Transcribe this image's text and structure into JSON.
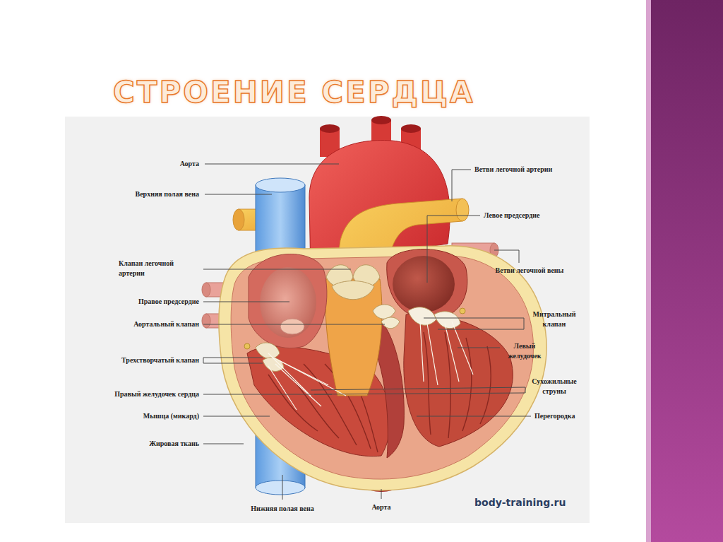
{
  "diagram": {
    "title": "СТРОЕНИЕ СЕРДЦА",
    "labels": [
      "Аорта",
      "Верхняя полая вена",
      "Клапан легочной артерии",
      "Правое предсердие",
      "Аортальный клапан",
      "Трехстворчатый клапан",
      "Правый желудочек сердца",
      "Мышца (микард)",
      "Жировая ткань",
      "Нижняя полая вена",
      "Аорта",
      "Ветви легочной артерии",
      "Левое предсердие",
      "Ветви легочной вены",
      "Митральный клапан",
      "Левый желудочек",
      "Сухожильные струны",
      "Перегородка",
      "body-training.ru"
    ]
  }
}
